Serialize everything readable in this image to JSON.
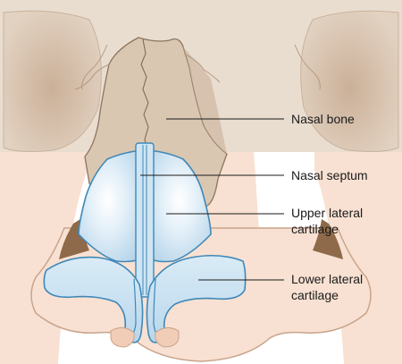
{
  "labels": {
    "nasal_bone": "Nasal bone",
    "nasal_septum": "Nasal septum",
    "upper_lateral_line1": "Upper lateral",
    "upper_lateral_line2": "cartilage",
    "lower_lateral_line1": "Lower lateral",
    "lower_lateral_line2": "cartilage"
  },
  "colors": {
    "skin": "#f8e1d2",
    "skin_outline": "#c9a48c",
    "bone_fill": "#dac7b1",
    "bone_outline": "#8c7560",
    "cartilage_fill": "#d3e7f4",
    "cartilage_outline": "#3f88b8",
    "leader_line": "#1a1a1a"
  }
}
